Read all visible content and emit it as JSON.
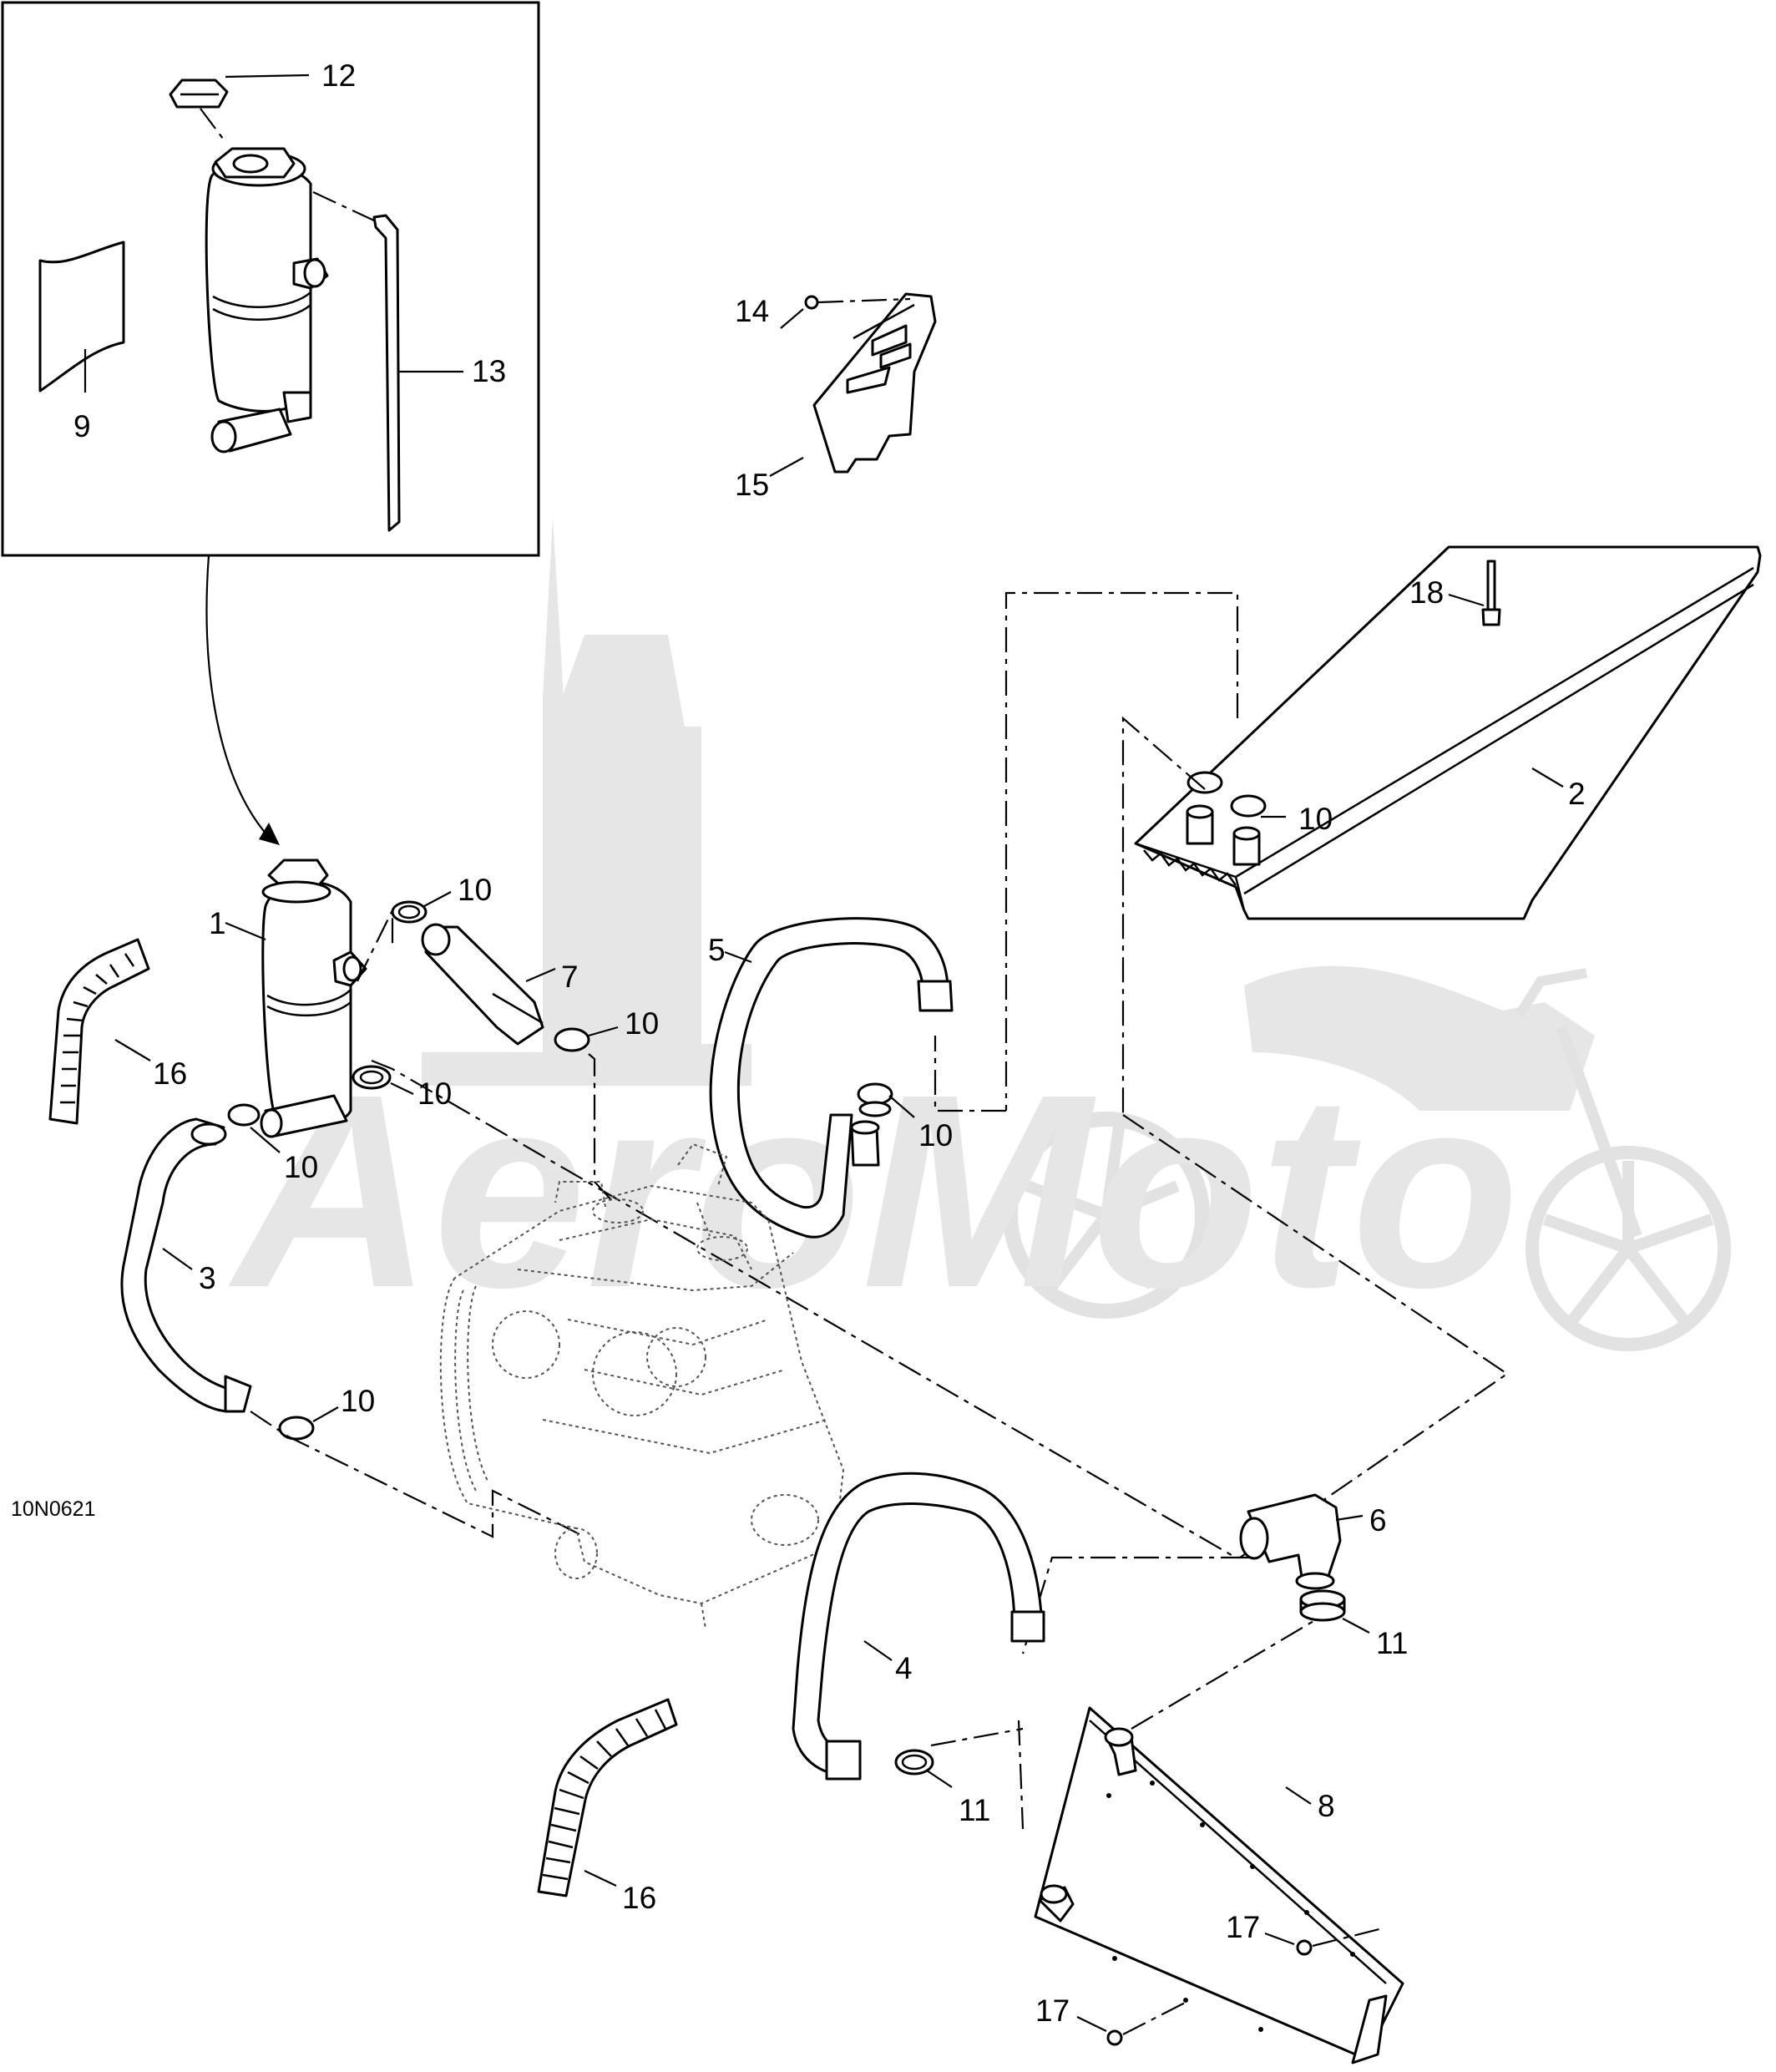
{
  "diagram": {
    "drawing_code": "10N0621",
    "callouts": [
      {
        "id": "c12",
        "label": "12"
      },
      {
        "id": "c13",
        "label": "13"
      },
      {
        "id": "c9",
        "label": "9"
      },
      {
        "id": "c14",
        "label": "14"
      },
      {
        "id": "c15",
        "label": "15"
      },
      {
        "id": "c18",
        "label": "18"
      },
      {
        "id": "c2",
        "label": "2"
      },
      {
        "id": "c10a",
        "label": "10"
      },
      {
        "id": "c1",
        "label": "1"
      },
      {
        "id": "c10b",
        "label": "10"
      },
      {
        "id": "c7",
        "label": "7"
      },
      {
        "id": "c10c",
        "label": "10"
      },
      {
        "id": "c5",
        "label": "5"
      },
      {
        "id": "c16a",
        "label": "16"
      },
      {
        "id": "c10d",
        "label": "10"
      },
      {
        "id": "c10e",
        "label": "10"
      },
      {
        "id": "c10f",
        "label": "10"
      },
      {
        "id": "c3",
        "label": "3"
      },
      {
        "id": "c10g",
        "label": "10"
      },
      {
        "id": "c6",
        "label": "6"
      },
      {
        "id": "c11a",
        "label": "11"
      },
      {
        "id": "c4",
        "label": "4"
      },
      {
        "id": "c8",
        "label": "8"
      },
      {
        "id": "c11b",
        "label": "11"
      },
      {
        "id": "c16b",
        "label": "16"
      },
      {
        "id": "c17a",
        "label": "17"
      },
      {
        "id": "c17b",
        "label": "17"
      }
    ]
  },
  "watermark": {
    "text": "AeroMoto",
    "color": "#e6e6e6"
  },
  "colors": {
    "line": "#000000",
    "background": "#ffffff"
  }
}
